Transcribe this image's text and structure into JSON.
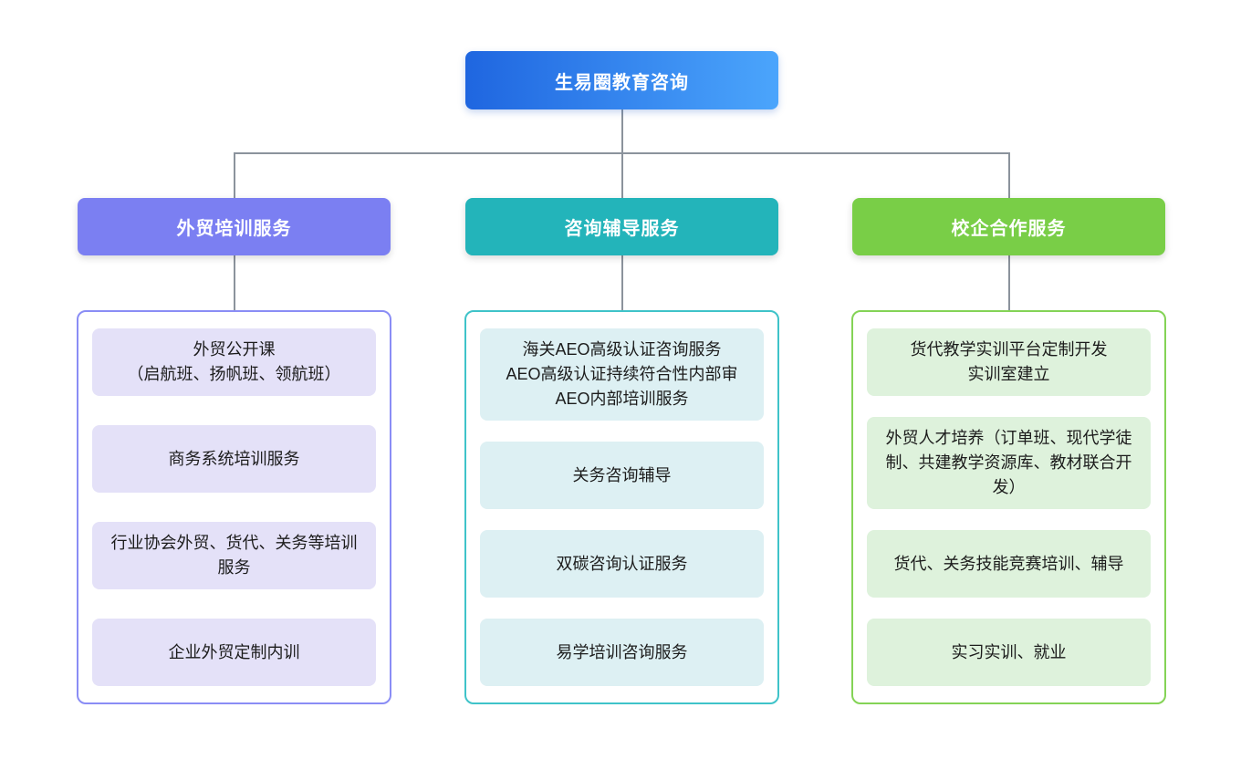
{
  "root": {
    "label": "生易圈教育咨询"
  },
  "colors": {
    "root_gradient_start": "#1f66e0",
    "root_gradient_end": "#4ba5fc",
    "connector_gray": "#8b939c"
  },
  "branches": [
    {
      "label": "外贸培训服务",
      "header_color": "#7b7ff2",
      "border_color": "#8a8df5",
      "item_bg": "#e4e1f8",
      "items": [
        "外贸公开课\n（启航班、扬帆班、领航班）",
        "商务系统培训服务",
        "行业协会外贸、货代、关务等培训服务",
        "企业外贸定制内训"
      ]
    },
    {
      "label": "咨询辅导服务",
      "header_color": "#23b4ba",
      "border_color": "#3fc3c9",
      "item_bg": "#ddf0f3",
      "items": [
        "海关AEO高级认证咨询服务\nAEO高级认证持续符合性内部审\nAEO内部培训服务",
        "关务咨询辅导",
        "双碳咨询认证服务",
        "易学培训咨询服务"
      ]
    },
    {
      "label": "校企合作服务",
      "header_color": "#79ce47",
      "border_color": "#84d356",
      "item_bg": "#def2dc",
      "items": [
        "货代教学实训平台定制开发\n实训室建立",
        "外贸人才培养（订单班、现代学徒制、共建教学资源库、教材联合开发）",
        "货代、关务技能竞赛培训、辅导",
        "实习实训、就业"
      ]
    }
  ]
}
